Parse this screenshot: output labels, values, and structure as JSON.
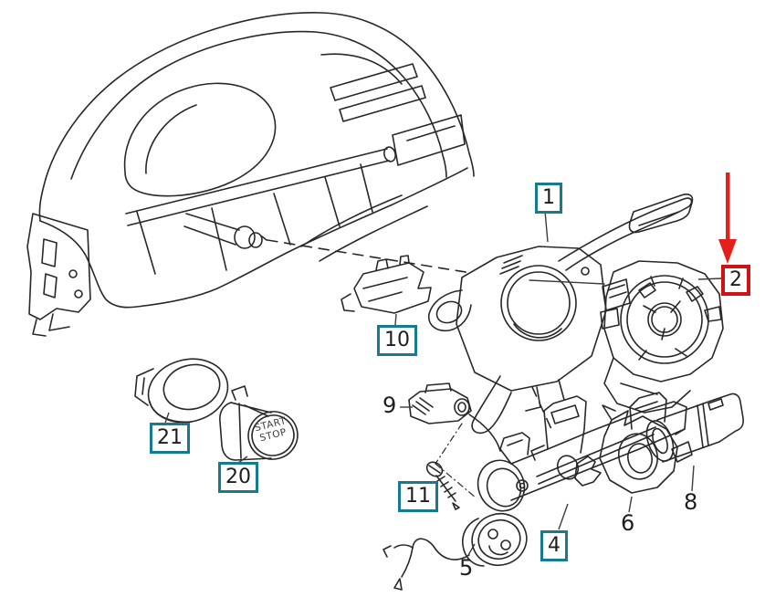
{
  "callouts": {
    "p1": {
      "number": "1",
      "style": "teal-box"
    },
    "p2": {
      "number": "2",
      "style": "red-box",
      "highlighted": true
    },
    "p4": {
      "number": "4",
      "style": "teal-box"
    },
    "p5": {
      "number": "5",
      "style": "plain"
    },
    "p6": {
      "number": "6",
      "style": "plain"
    },
    "p8": {
      "number": "8",
      "style": "plain"
    },
    "p9": {
      "number": "9",
      "style": "plain"
    },
    "p10": {
      "number": "10",
      "style": "teal-box"
    },
    "p11": {
      "number": "11",
      "style": "teal-box"
    },
    "p20": {
      "number": "20",
      "style": "teal-box"
    },
    "p21": {
      "number": "21",
      "style": "teal-box"
    }
  },
  "start_stop_button": {
    "label_top": "START",
    "label_bottom": "STOP"
  },
  "annotations": {
    "red_arrow": {
      "direction": "down",
      "target_callout": "2"
    }
  },
  "colors": {
    "teal_box_border": "#177b8e",
    "red_box_border": "#cc1417",
    "red_arrow": "#e3211a",
    "line_art": "#282828",
    "leader_line": "#3c3c3c",
    "background": "#ffffff",
    "label_text": "#1d1d1b"
  }
}
